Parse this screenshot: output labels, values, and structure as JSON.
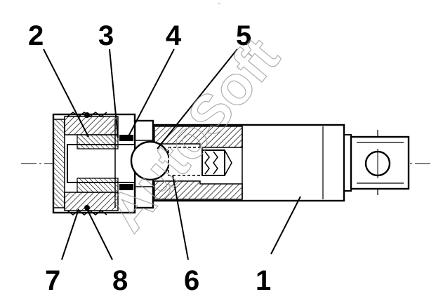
{
  "watermark": {
    "text": "AutoSoft",
    "color": "#9a9a9a"
  },
  "corner_mark": {
    "text": "~"
  },
  "callouts": [
    {
      "id": "c2",
      "label": "2"
    },
    {
      "id": "c3",
      "label": "3"
    },
    {
      "id": "c4",
      "label": "4"
    },
    {
      "id": "c5",
      "label": "5"
    },
    {
      "id": "c7",
      "label": "7"
    },
    {
      "id": "c8",
      "label": "8"
    },
    {
      "id": "c6",
      "label": "6"
    },
    {
      "id": "c1",
      "label": "1"
    }
  ],
  "colors": {
    "ink": "#000000",
    "background": "#ffffff"
  }
}
